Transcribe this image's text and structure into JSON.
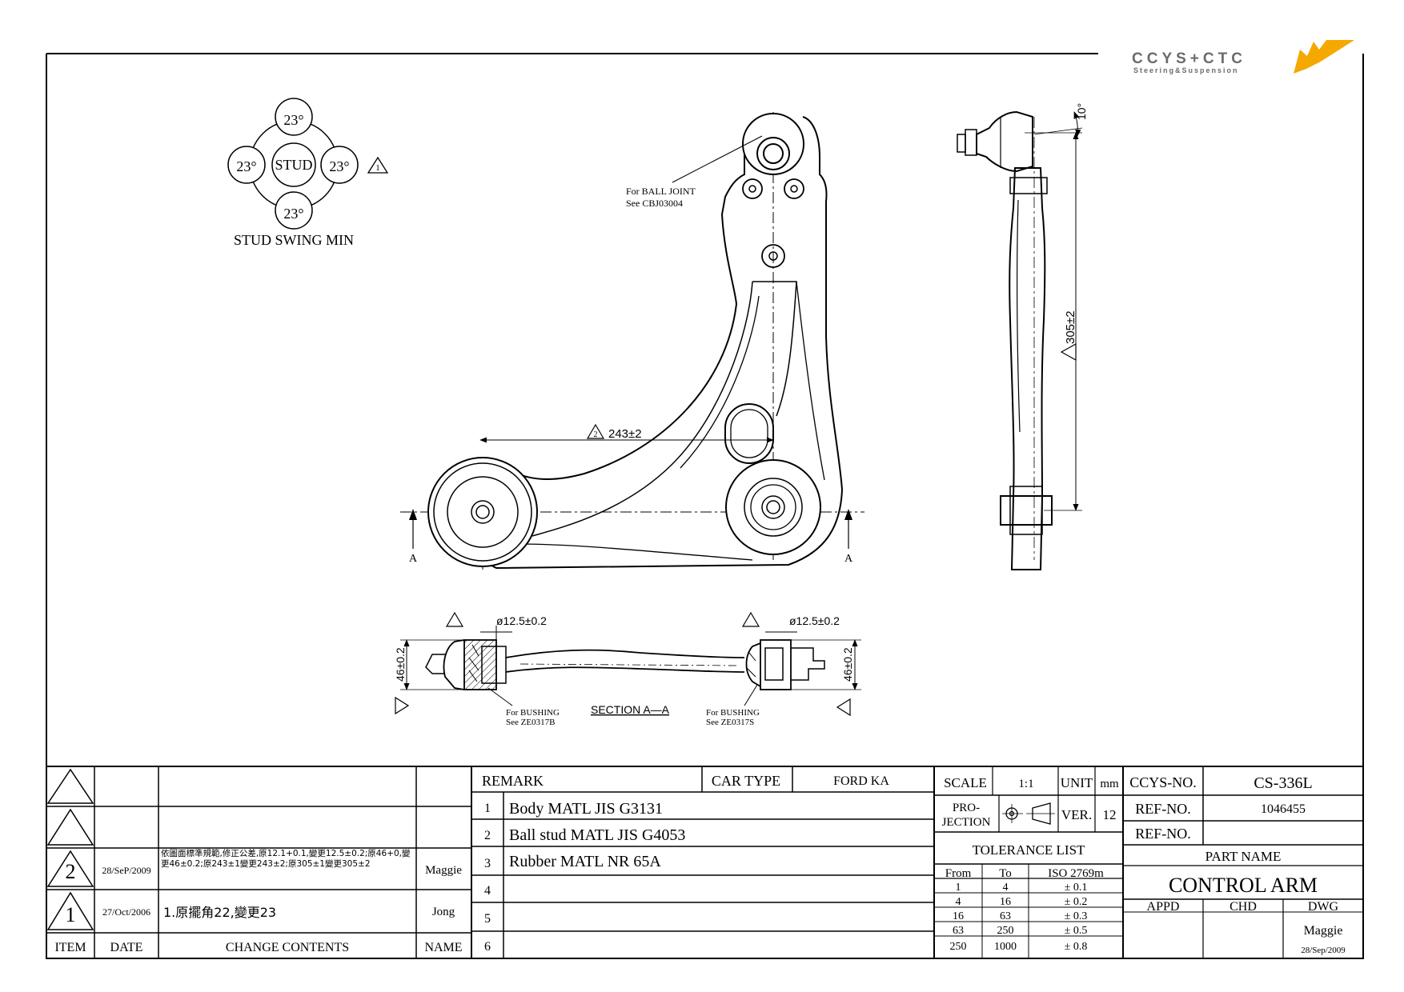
{
  "logo": {
    "brand": "CCYS+CTC",
    "tagline": "Steering&Suspension",
    "accent": "#f5a800",
    "brand_color": "#6b6b6b"
  },
  "stud_swing": {
    "top": "23°",
    "left": "23°",
    "right": "23°",
    "bottom": "23°",
    "center": "STUD",
    "revision_mark": "1",
    "caption": "STUD SWING MIN"
  },
  "callouts": {
    "ball_joint_1": "For BALL JOINT",
    "ball_joint_2": "See CBJ03004",
    "bushing_left_1": "For BUSHING",
    "bushing_left_2": "See ZE0317B",
    "bushing_right_1": "For BUSHING",
    "bushing_right_2": "See ZE0317S"
  },
  "dimensions": {
    "span": "243±2",
    "length": "305±2",
    "angle": "10°",
    "bore_left": "ø12.5±0.2",
    "bore_right": "ø12.5±0.2",
    "height_left": "46±0.2",
    "height_right": "46±0.2",
    "rev_mark": "2",
    "section_mark": "A",
    "section_title": "SECTION  A—A"
  },
  "revisions": {
    "headers": {
      "item": "ITEM",
      "date": "DATE",
      "change": "CHANGE CONTENTS",
      "name": "NAME"
    },
    "rows": [
      {
        "item": "",
        "date": "",
        "change": "",
        "name": ""
      },
      {
        "item": "",
        "date": "",
        "change": "",
        "name": ""
      },
      {
        "item": "2",
        "date": "28/SeP/2009",
        "change": "依圖面標準規範,修正公差,原12.1+0.1,變更12.5±0.2;原46+0,變更46±0.2;原243±1變更243±2;原305±1變更305±2",
        "name": "Maggie"
      },
      {
        "item": "1",
        "date": "27/Oct/2006",
        "change": "1.原擺角22,變更23",
        "name": "Jong"
      }
    ]
  },
  "remarks": {
    "header": "REMARK",
    "car_type_label": "CAR TYPE",
    "car_type": "FORD KA",
    "rows": [
      {
        "no": "1",
        "text": "Body MATL JIS G3131"
      },
      {
        "no": "2",
        "text": "Ball stud MATL JIS G4053"
      },
      {
        "no": "3",
        "text": "Rubber MATL NR 65A"
      },
      {
        "no": "4",
        "text": ""
      },
      {
        "no": "5",
        "text": ""
      },
      {
        "no": "6",
        "text": ""
      }
    ]
  },
  "title_block": {
    "scale_label": "SCALE",
    "scale": "1:1",
    "unit_label": "UNIT",
    "unit": "mm",
    "projection_label_1": "PRO-",
    "projection_label_2": "JECTION",
    "ver_label": "VER.",
    "ver": "12",
    "tolerance_title": "TOLERANCE LIST",
    "tol_headers": {
      "from": "From",
      "to": "To",
      "iso": "ISO 2769m"
    },
    "tolerances": [
      {
        "from": "1",
        "to": "4",
        "tol": "± 0.1"
      },
      {
        "from": "4",
        "to": "16",
        "tol": "± 0.2"
      },
      {
        "from": "16",
        "to": "63",
        "tol": "± 0.3"
      },
      {
        "from": "63",
        "to": "250",
        "tol": "± 0.5"
      },
      {
        "from": "250",
        "to": "1000",
        "tol": "± 0.8"
      }
    ],
    "ccys_label": "CCYS-NO.",
    "ccys_no": "CS-336L",
    "ref_label_1": "REF-NO.",
    "ref_no_1": "1046455",
    "ref_label_2": "REF-NO.",
    "ref_no_2": "",
    "part_name_label": "PART NAME",
    "part_name": "CONTROL ARM",
    "appd_label": "APPD",
    "chd_label": "CHD",
    "dwg_label": "DWG",
    "dwg_by": "Maggie",
    "dwg_date": "28/Sep/2009"
  }
}
